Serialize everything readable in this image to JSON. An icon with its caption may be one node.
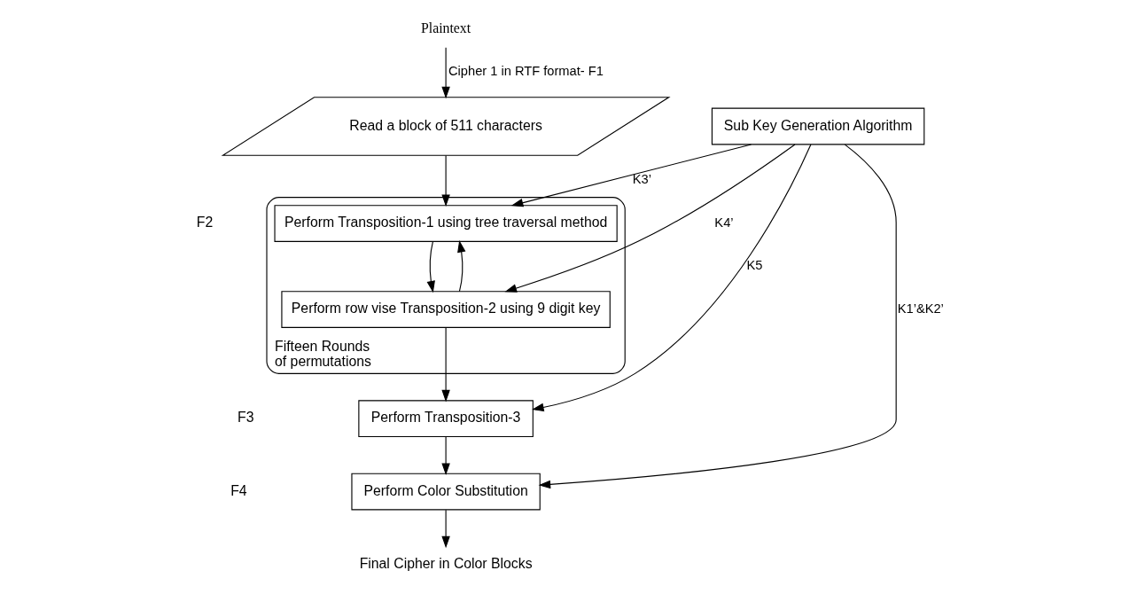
{
  "diagram": {
    "nodes": [
      {
        "text": [
          "Read a block of 511 characters"
        ]
      },
      {
        "text": [
          "Plaintext"
        ]
      },
      {
        "text": [
          "Sub Key Generation Algorithm"
        ]
      },
      {
        "text": [
          "Fifteen Rounds of permutations"
        ]
      },
      {
        "text": [
          "Perform Transposition-1 using tree traversal method"
        ],
        "in": 3
      },
      {
        "text": [
          "Perform row vise Transposition-2 using 9 digit key"
        ],
        "in": 3
      },
      {
        "text": [
          "Perform Transposition-3"
        ]
      },
      {
        "text": [
          "Perform Color Substitution"
        ]
      },
      {
        "text": [
          "Final Cipher in Color Blocks"
        ]
      }
    ],
    "edges": [
      {
        "from": 1,
        "to": 0,
        "arrow": "to",
        "label": "Cipher 1 in RTF format- F1"
      },
      {
        "from": 0,
        "to": 4,
        "arrow": "to"
      },
      {
        "from": 4,
        "to": 5,
        "arrow": "to"
      },
      {
        "from": 5,
        "to": 4,
        "arrow": "to"
      },
      {
        "from": 5,
        "to": 6,
        "arrow": "to"
      },
      {
        "from": 6,
        "to": 7,
        "arrow": "to"
      },
      {
        "from": 7,
        "to": 8,
        "arrow": "to"
      },
      {
        "from": 2,
        "to": 4,
        "arrow": "to",
        "label": "K3’"
      },
      {
        "from": 2,
        "to": 5,
        "arrow": "to",
        "label": "K4’"
      },
      {
        "from": 2,
        "to": 6,
        "arrow": "to",
        "label": "K5"
      },
      {
        "from": 2,
        "to": 7,
        "arrow": "to",
        "label": "K1’&K2’"
      }
    ],
    "labels": [
      "F2",
      "F3",
      "F4"
    ]
  }
}
